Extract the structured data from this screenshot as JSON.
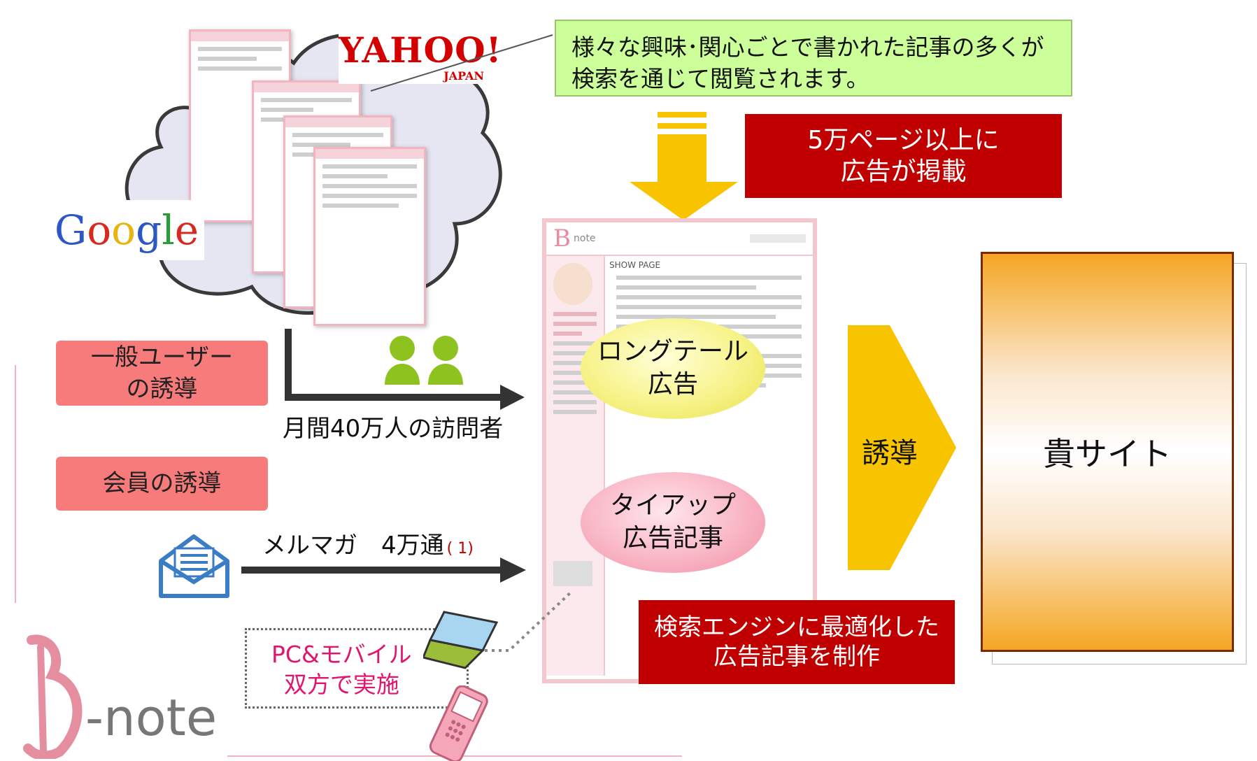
{
  "callout_top": "様々な興味･関心ごとで書かれた記事の多くが検索を通じて閲覧されます。",
  "ad_pages_line1": "5万ページ以上に",
  "ad_pages_line2": "広告が掲載",
  "logos": {
    "yahoo": "YAHOO!",
    "yahoo_sub": "JAPAN",
    "google": "Google"
  },
  "general_users_line1": "一般ユーザー",
  "general_users_line2": "の誘導",
  "members": "会員の誘導",
  "visitors": "月間40万人の訪問者",
  "mailmag_label": "メルマガ　4万通",
  "mailmag_note": "( 1)",
  "pc_mobile_line1": "PC&モバイル",
  "pc_mobile_line2": "双方で実施",
  "longtail_line1": "ロングテール",
  "longtail_line2": "広告",
  "tieup_line1": "タイアップ",
  "tieup_line2": "広告記事",
  "seo_line1": "検索エンジンに最適化した",
  "seo_line2": "広告記事を制作",
  "induce": "誘導",
  "your_site": "貴サイト",
  "bnote_logo": "-note",
  "site_mock": {
    "brand": "note",
    "page_title": "SHOW PAGE"
  },
  "colors": {
    "red": "#c00000",
    "pink": "#f77b7b",
    "gold": "#f8c400",
    "green": "#8dc21f",
    "callout": "#ccff99"
  }
}
